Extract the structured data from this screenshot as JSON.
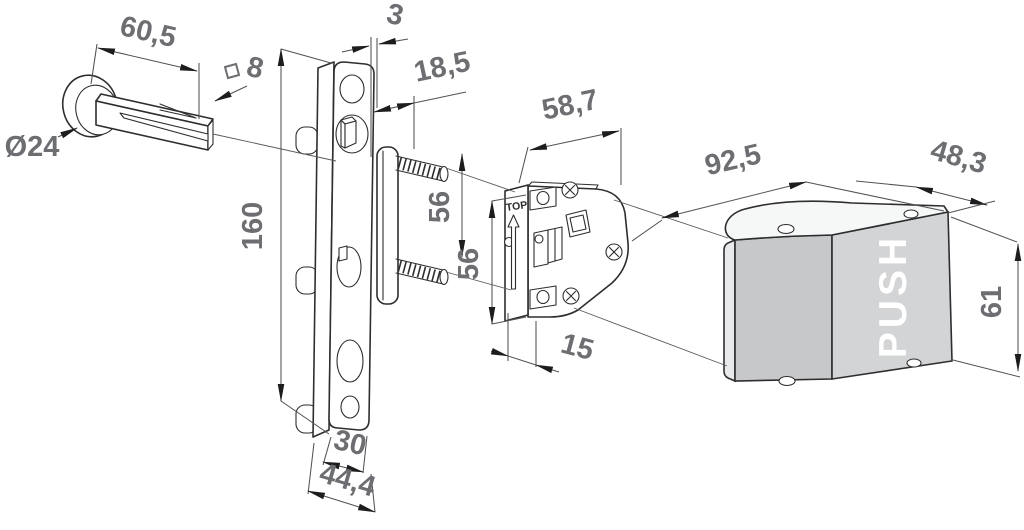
{
  "drawing": {
    "dims": {
      "spindle_length": "60,5",
      "spindle_square_side": "8",
      "rosette_diameter": "Ø24",
      "plate_height": "160",
      "plate_thickness": "3",
      "plate_to_case": "18,5",
      "stud_spacing": "56",
      "case_hole_spacing": "56",
      "case_width": "58,7",
      "case_bottom_offset": "15",
      "plate_front_width": "30",
      "plate_total_width": "44,4",
      "pad_length": "92,5",
      "pad_depth": "48,3",
      "pad_height": "61"
    },
    "markings": {
      "top": "TOP",
      "push": "PUSH"
    },
    "icons": {
      "square_section": "square-outline",
      "top_direction": "up-arrow-outline"
    },
    "colors": {
      "background": "#ffffff",
      "outline": "#2e2e30",
      "dimension_line": "#515256",
      "dimension_text": "#6d6e71",
      "arrow": "#1d1d1f",
      "pad_front": "#c7c8ca",
      "pad_push_face": "#d3d4d6",
      "pad_top": "#f6f7f7",
      "push_text": "#ffffff"
    }
  }
}
